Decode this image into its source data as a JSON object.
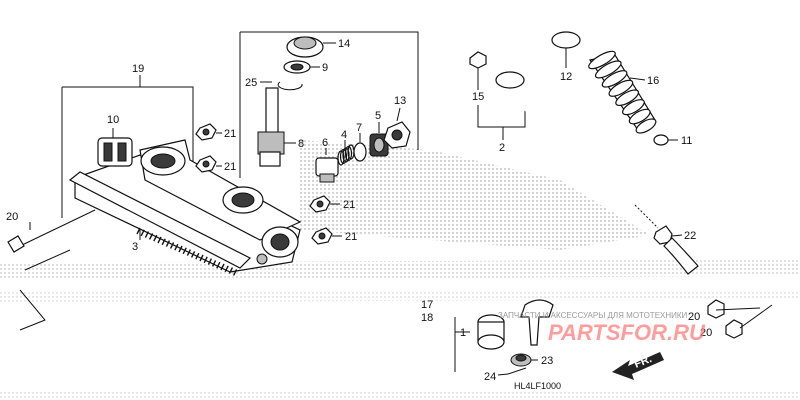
{
  "diagram": {
    "code": "HL4LF1000",
    "direction_label": "FR.",
    "watermark_text": "ЗАПЧАСТИ И АКСЕССУАРЫ ДЛЯ МОТОТЕХНИКИ",
    "watermark_brand": "PARTSFOR.RU",
    "callouts": [
      "1",
      "2",
      "3",
      "4",
      "5",
      "6",
      "7",
      "8",
      "9",
      "10",
      "11",
      "12",
      "13",
      "14",
      "15",
      "16",
      "17",
      "18",
      "19",
      "20",
      "20",
      "20",
      "21",
      "21",
      "21",
      "21",
      "22",
      "23",
      "24",
      "25"
    ]
  },
  "colors": {
    "watermark_red": "#ff7b7b",
    "line": "#111111"
  }
}
